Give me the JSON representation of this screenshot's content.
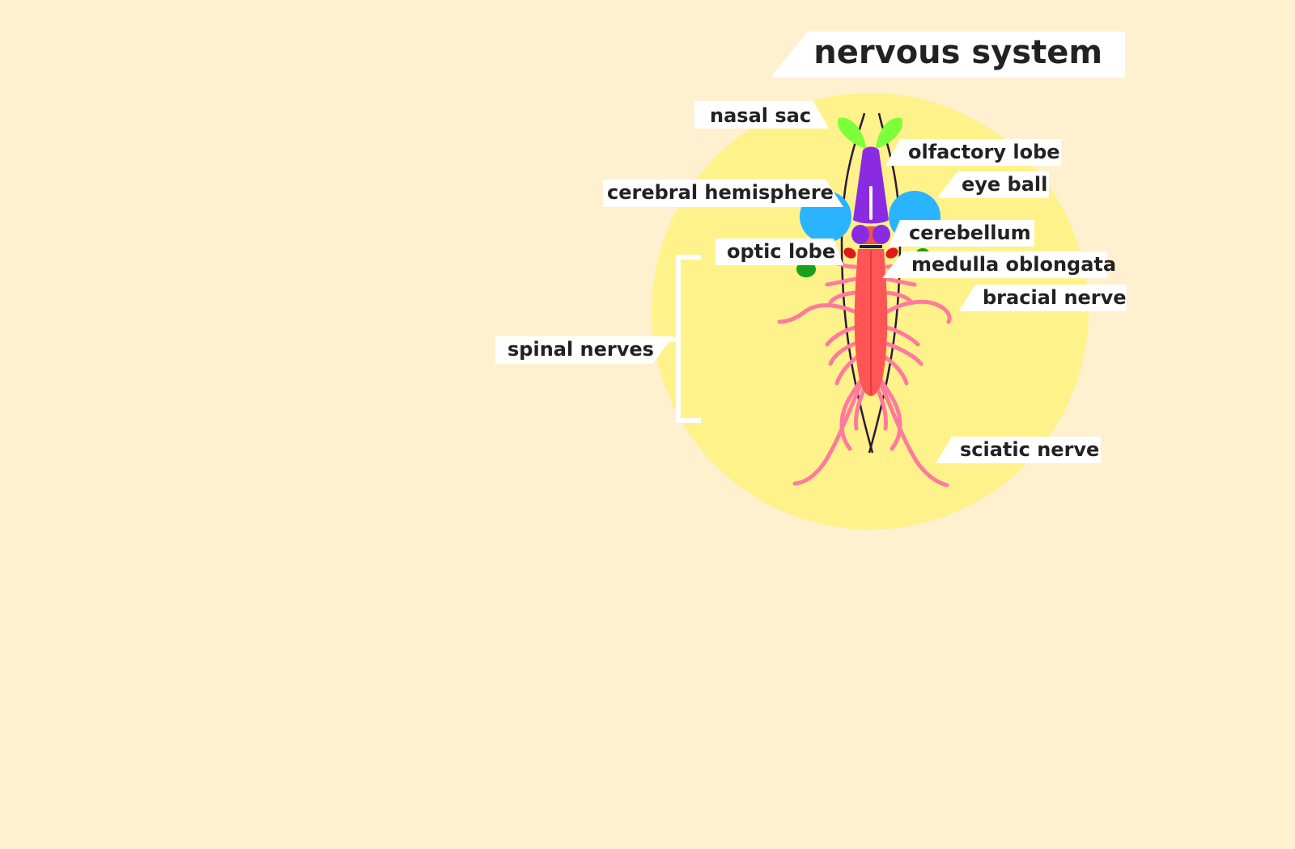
{
  "title": "nervous system",
  "labels": {
    "nasal_sac": "nasal sac",
    "olfactory_lobe": "olfactory lobe",
    "eye_ball": "eye ball",
    "cerebral_hemisphere": "cerebral hemisphere",
    "cerebellum": "cerebellum",
    "optic_lobe": "optic lobe",
    "medulla_oblongata": "medulla oblongata",
    "bracial_nerve": "bracial nerve",
    "spinal_nerves": "spinal nerves",
    "sciatic_nerve": "sciatic nerve"
  },
  "colors": {
    "background": "#fff0d0",
    "circle": "#fff28a",
    "nasal_sac": "#7dff3a",
    "olfactory_lobe": "#8a2be2",
    "eye_ball": "#2ab4ff",
    "optic_lobe": "#e01818",
    "cerebellum": "#f05050",
    "spinal_cord": "#ff5555",
    "nerves": "#ff7a9c",
    "green_dot": "#1aa01a",
    "outline": "#2a1a3a",
    "label_bg": "#ffffff",
    "text": "#222222"
  }
}
